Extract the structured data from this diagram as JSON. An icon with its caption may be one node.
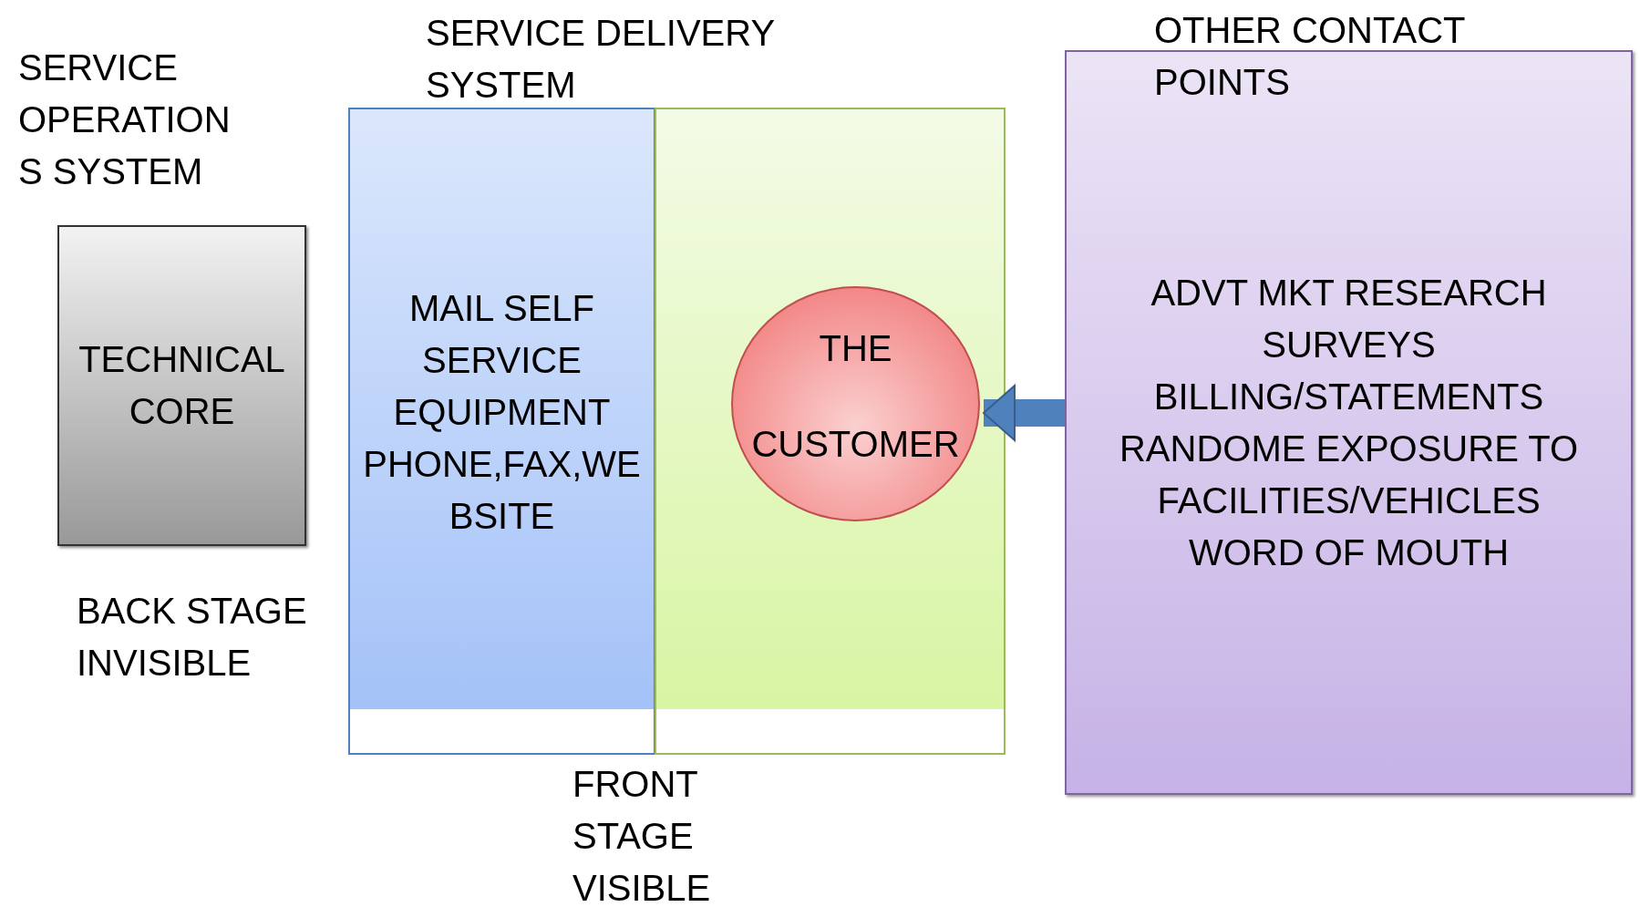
{
  "diagram": {
    "nodes": [
      {
        "text": [
          "TECHNICAL CORE"
        ]
      },
      {
        "text": [
          "MAIL SELF SERVICE EQUIPMENT PHONE,FAX,WEBSITE"
        ]
      },
      {
        "text": [],
        "shape": "box"
      },
      {
        "text": [
          "THE",
          "CUSTOMER"
        ],
        "in": 2
      },
      {
        "text": [
          "OTHER CONTACT POINTS",
          "ADVT MKT RESEARCH SURVEYS BILLING/STATEMENTS RANDOME EXPOSURE TO FACILITIES/VEHICLES WORD OF MOUTH"
        ]
      }
    ],
    "edges": [
      {
        "from": 4,
        "to": 3,
        "arrow": "to"
      }
    ],
    "labels": [
      "SERVICE OPERATIONS SYSTEM",
      "SERVICE DELIVERY SYSTEM",
      "BACK STAGE INVISIBLE",
      "FRONT STAGE VISIBLE"
    ]
  }
}
